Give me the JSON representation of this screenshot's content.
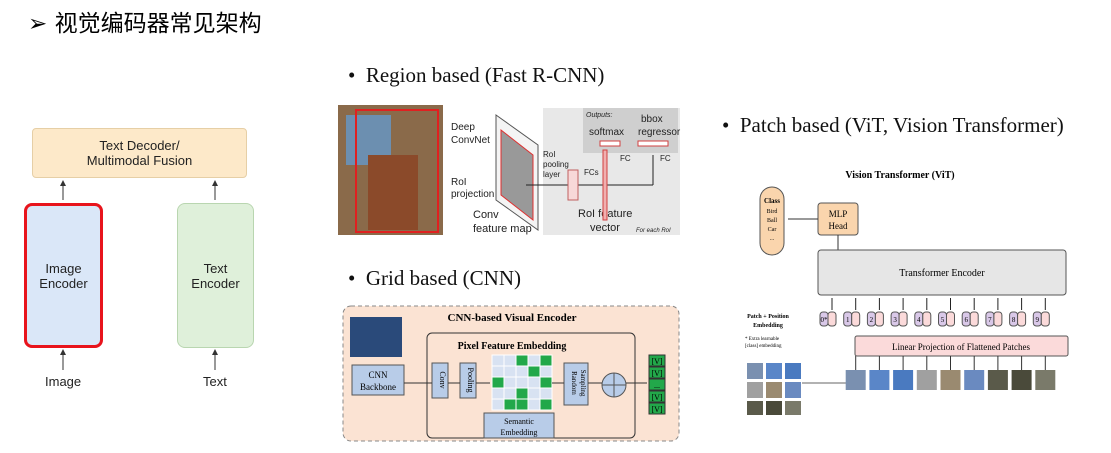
{
  "title": "➢ 视觉编码器常见架构",
  "left": {
    "decoder": "Text Decoder/\nMultimodal Fusion",
    "image_encoder": "Image\nEncoder",
    "text_encoder": "Text\nEncoder",
    "image_input": "Image",
    "text_input": "Text",
    "highlight_color": "#e8141c"
  },
  "bullets": {
    "region": "Region based (Fast R-CNN)",
    "grid": "Grid based (CNN)",
    "patch": "Patch based (ViT, Vision Transformer)"
  },
  "fast_rcnn": {
    "deep": "Deep",
    "convnet": "ConvNet",
    "roi": "RoI",
    "projection": "projection",
    "conv": "Conv",
    "feature_map": "feature map",
    "roi_pool1": "RoI",
    "roi_pool2": "pooling",
    "roi_pool3": "layer",
    "fcs": "FCs",
    "outputs": "Outputs:",
    "softmax": "softmax",
    "bbox": "bbox",
    "regressor": "regressor",
    "fc": "FC",
    "roi_feature": "RoI feature",
    "vector": "vector",
    "for_each": "For each RoI"
  },
  "cnn": {
    "title": "CNN-based Visual Encoder",
    "inner_title": "Pixel Feature Embedding",
    "backbone1": "CNN",
    "backbone2": "Backbone",
    "conv": "Conv",
    "pooling": "Pooling",
    "random1": "Random",
    "random2": "Sampling",
    "semantic1": "Semantic",
    "semantic2": "Embedding",
    "token": "[V]",
    "ellipsis": "..."
  },
  "vit": {
    "title": "Vision Transformer (ViT)",
    "class": "Class",
    "classes": [
      "Bird",
      "Ball",
      "Car",
      "..."
    ],
    "mlp1": "MLP",
    "mlp2": "Head",
    "encoder": "Transformer Encoder",
    "patch_pos1": "Patch + Position",
    "patch_pos2": "Embedding",
    "extra1": "* Extra learnable",
    "extra2": "[class] embedding",
    "linear": "Linear Projection of Flattened Patches",
    "tokens": [
      "0*",
      "1",
      "2",
      "3",
      "4",
      "5",
      "6",
      "7",
      "8",
      "9"
    ]
  }
}
